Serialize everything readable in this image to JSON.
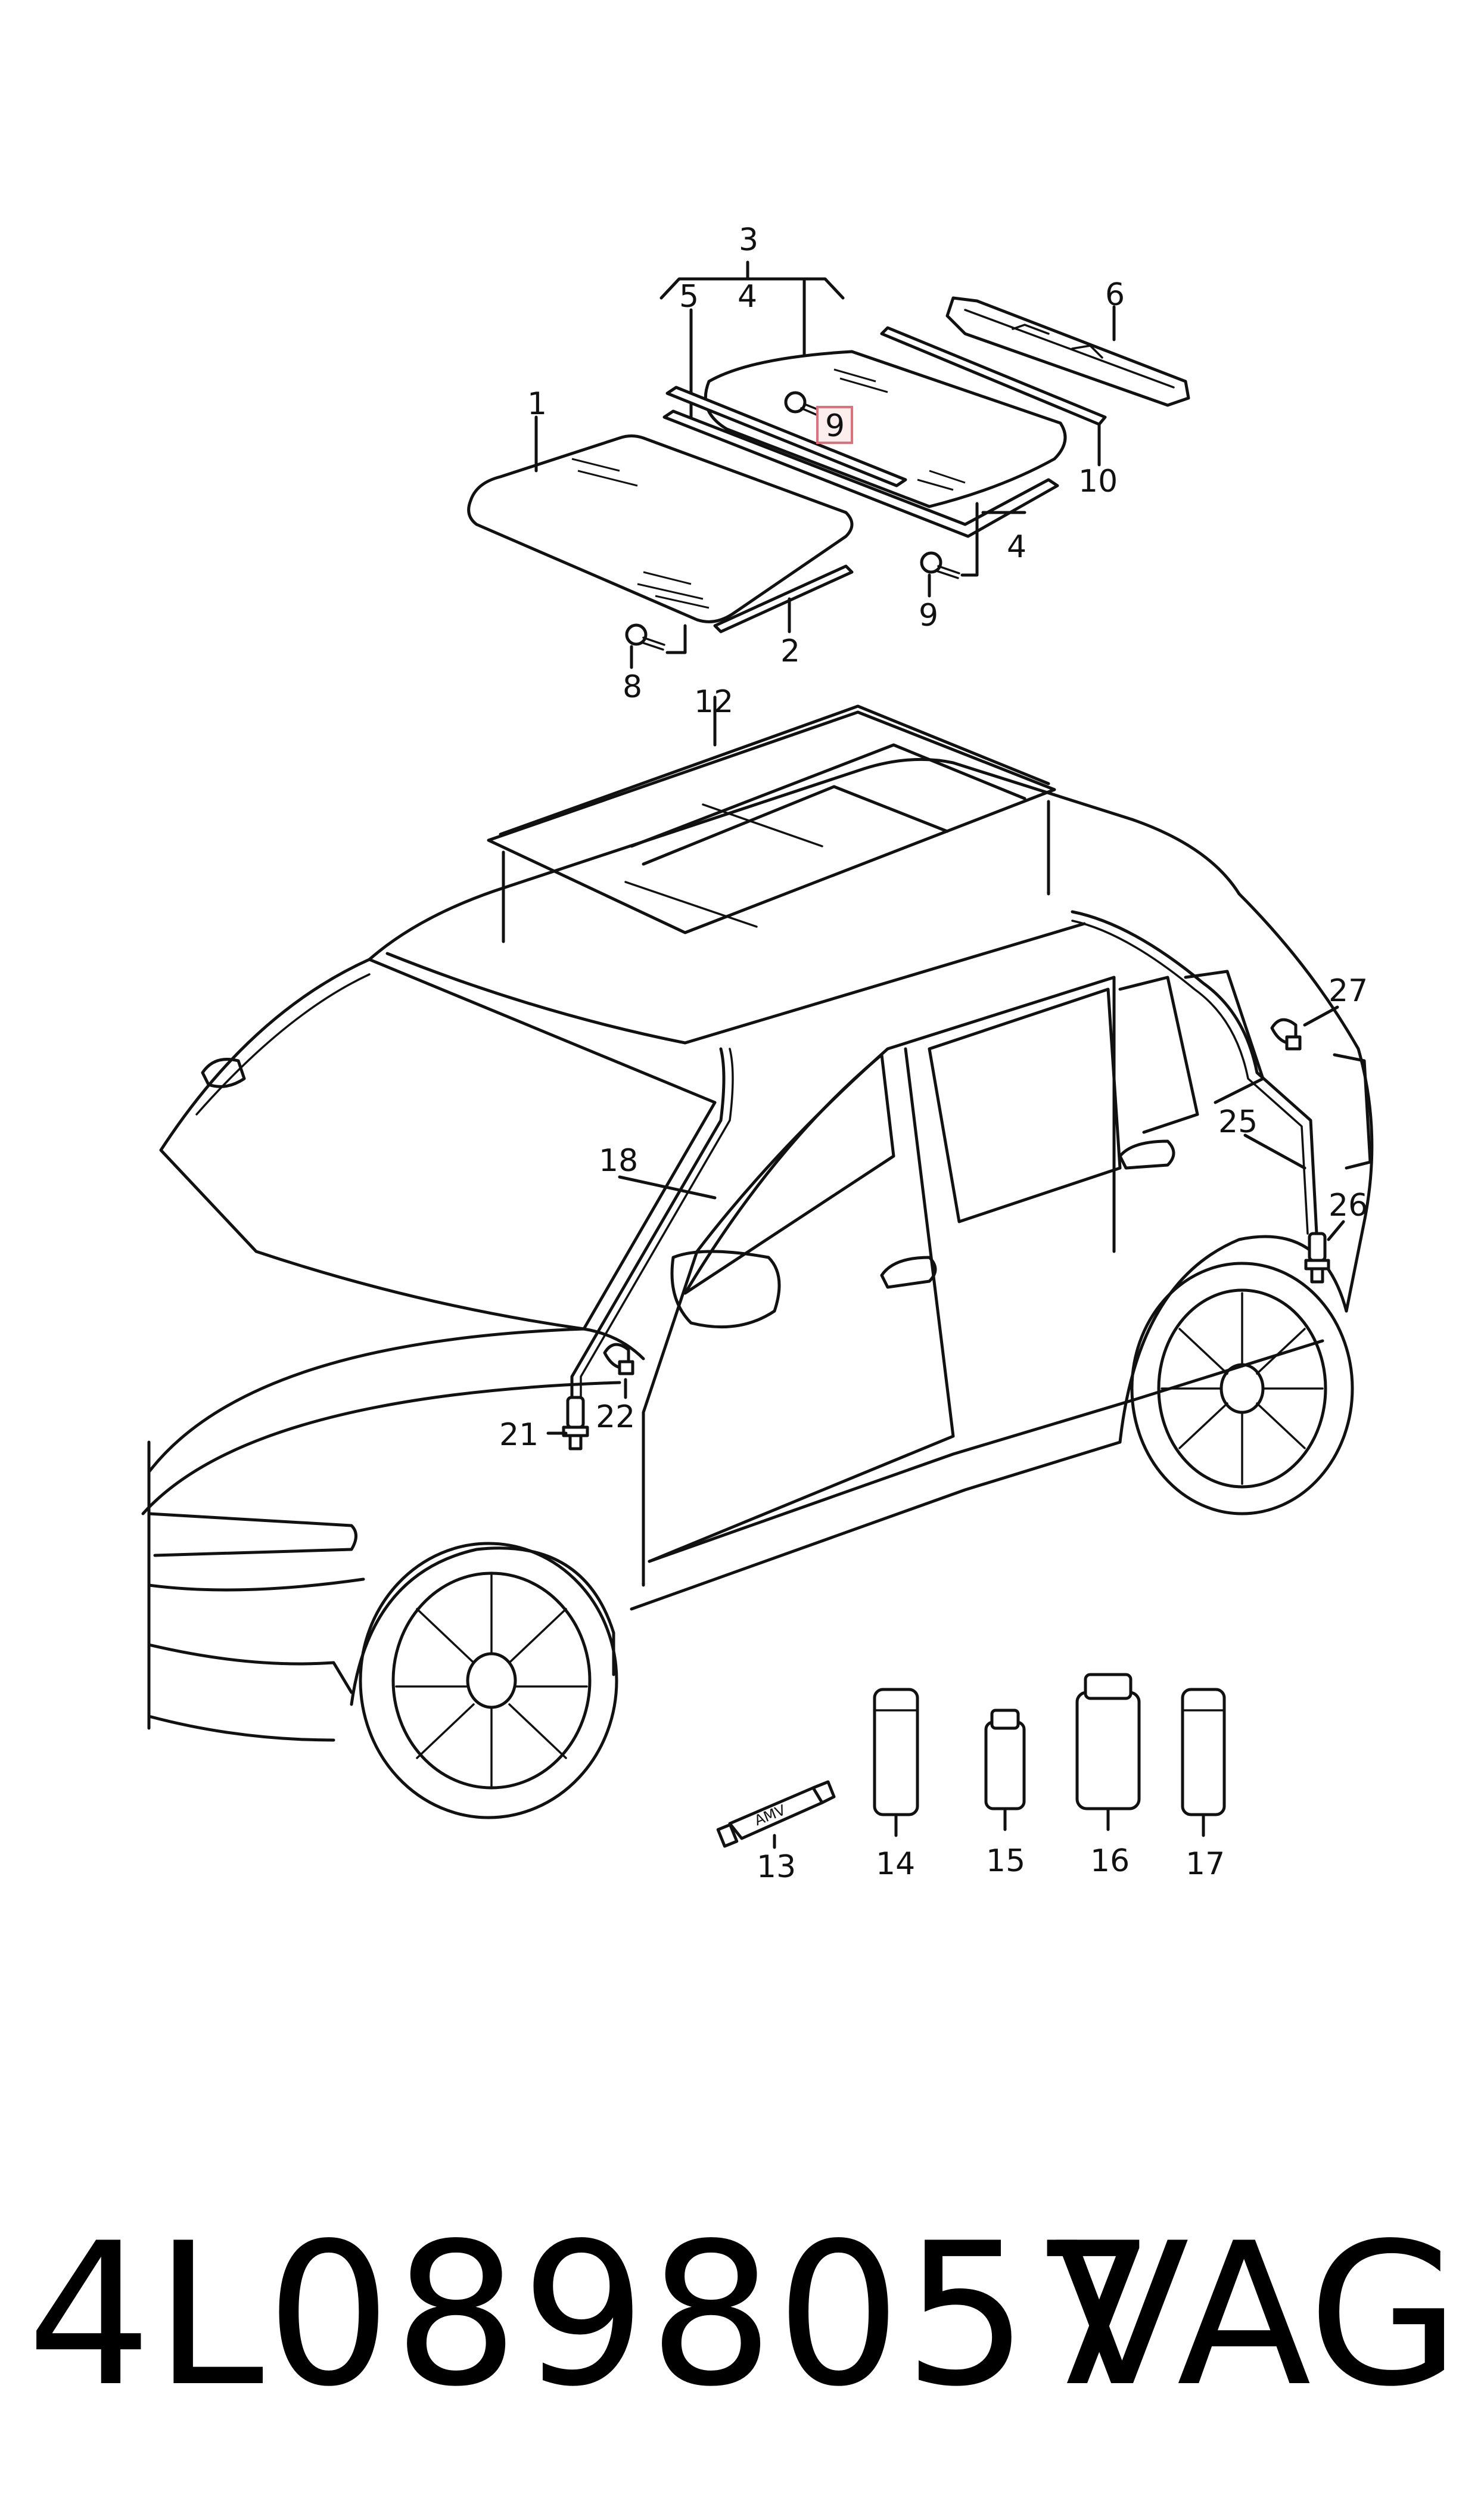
{
  "callouts": {
    "c3": "3",
    "c5": "5",
    "c4a": "4",
    "c6": "6",
    "c9a": "9",
    "c10": "10",
    "c1": "1",
    "c4b": "4",
    "c9b": "9",
    "c2": "2",
    "c8": "8",
    "c12": "12",
    "c27": "27",
    "c25": "25",
    "c18": "18",
    "c26": "26",
    "c21": "21",
    "c22": "22",
    "c13": "13",
    "c14": "14",
    "c15": "15",
    "c16": "16",
    "c17": "17"
  },
  "tube_label": "AMV",
  "highlight_color": "#e0707a",
  "footer": {
    "part_number": "4L0898057",
    "brand": "VAG"
  }
}
